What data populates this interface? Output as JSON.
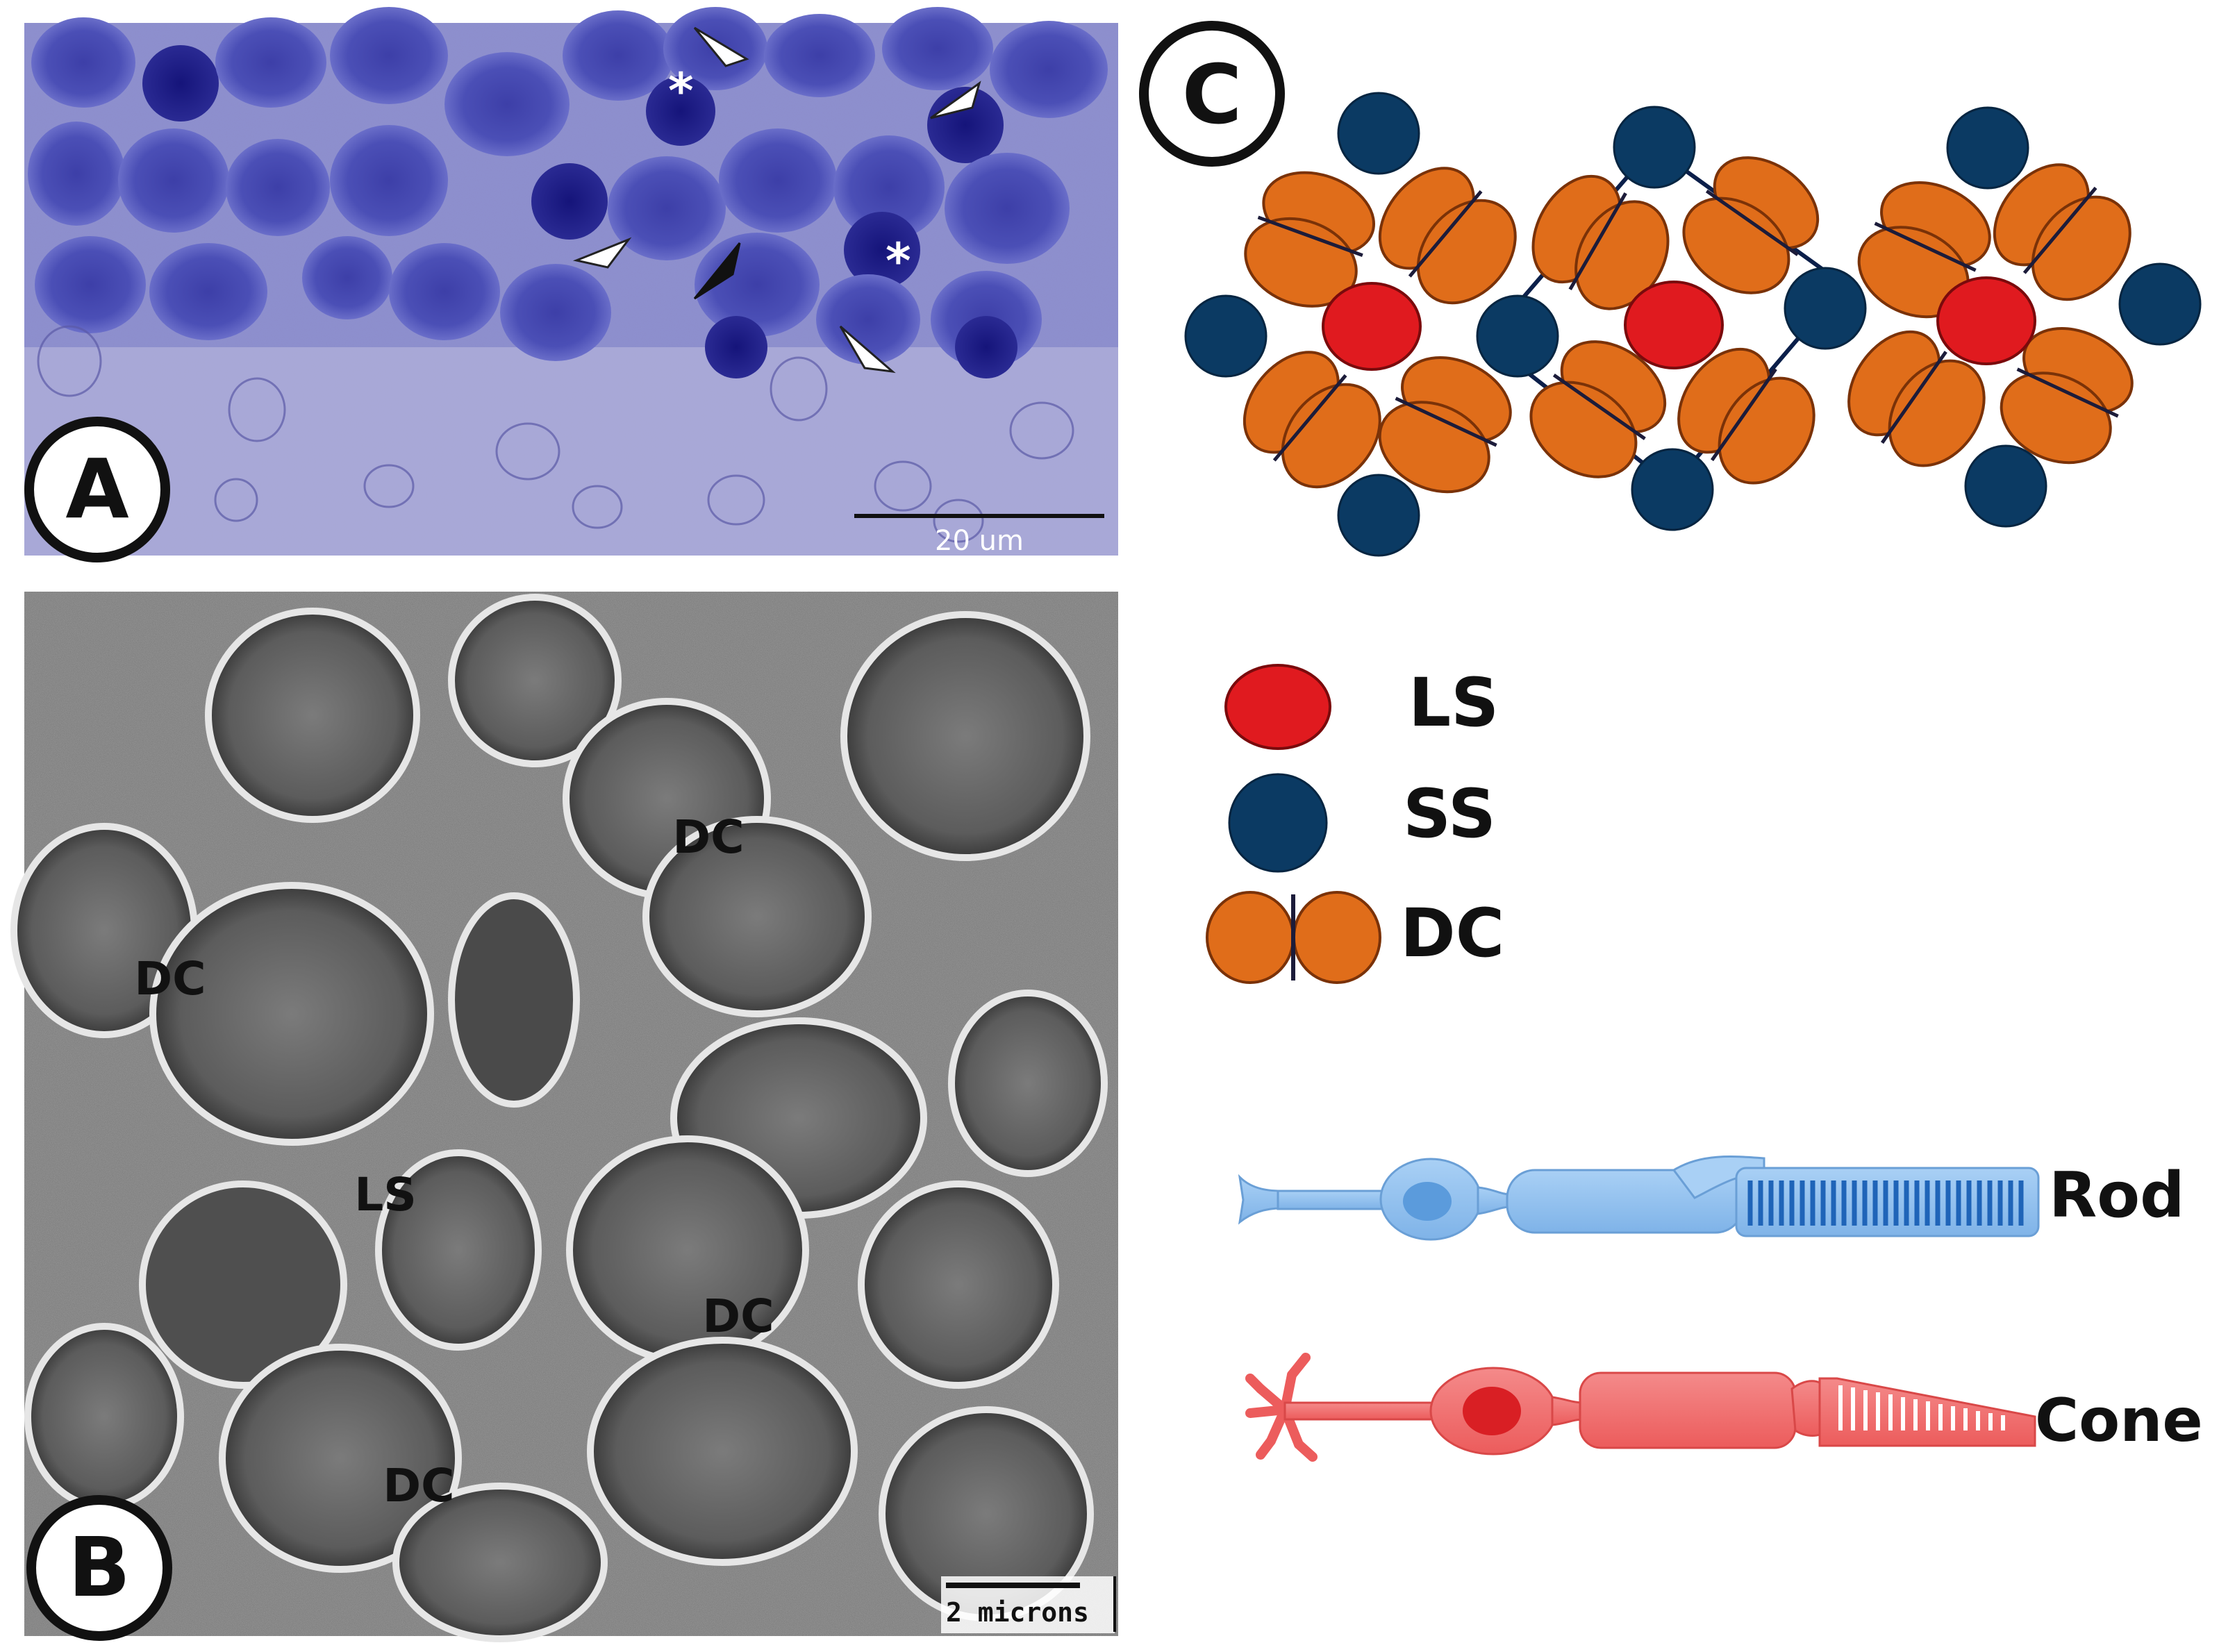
{
  "panels": {
    "a": {
      "letter": "A",
      "scale_bar": "20 um",
      "asterisk": "*"
    },
    "b": {
      "letter": "B",
      "scale_bar": "2 microns",
      "labels": {
        "dc1": "DC",
        "dc2": "DC",
        "ls": "LS",
        "dc3": "DC",
        "dc4": "DC"
      }
    },
    "c": {
      "letter": "C"
    }
  },
  "legend": {
    "ls": "LS",
    "ss": "SS",
    "dc": "DC",
    "colors": {
      "ls": "#e01a1f",
      "ss": "#0b3a63",
      "dc": "#e06d1a"
    }
  },
  "photoreceptors": {
    "rod": "Rod",
    "cone": "Cone",
    "colors": {
      "rod": "#8fc1f0",
      "cone": "#f06b6b"
    }
  }
}
